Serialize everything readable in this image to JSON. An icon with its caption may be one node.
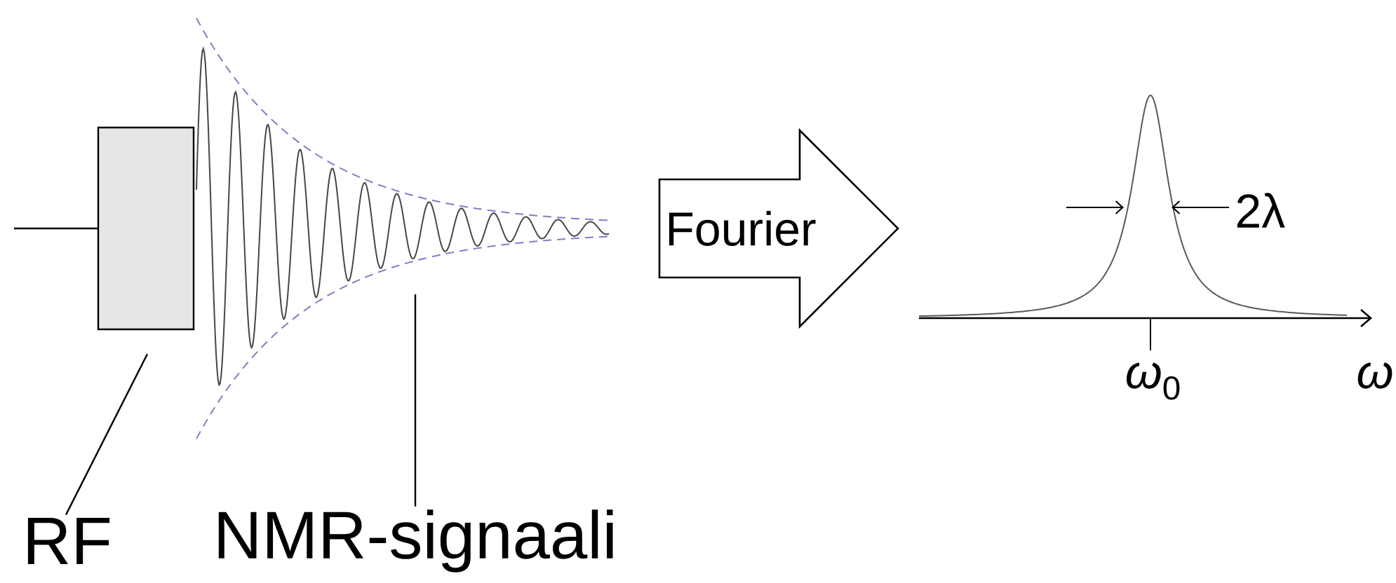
{
  "diagram": {
    "nodes": [
      {
        "text": [],
        "shape": "box"
      },
      {
        "text": [],
        "shape": "picture"
      },
      {
        "text": [
          "Fourier"
        ]
      },
      {
        "text": [
          "RF"
        ]
      },
      {
        "text": [
          "NMR-signaali"
        ]
      }
    ],
    "edges": [
      {
        "from": null,
        "to": 0,
        "arrow": "none"
      },
      {
        "from": 3,
        "to": 0,
        "arrow": "none"
      },
      {
        "from": 4,
        "to": 1,
        "arrow": "none"
      }
    ],
    "labels": [
      "2λ",
      "*ω*$_{0}$",
      "ω"
    ]
  }
}
